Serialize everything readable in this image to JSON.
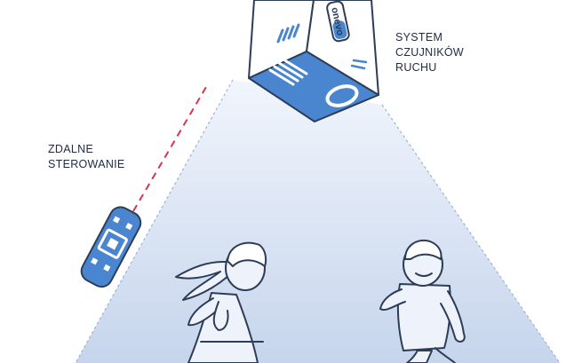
{
  "labels": {
    "remote": [
      "ZDALNE",
      "STEROWANIE"
    ],
    "sensors": [
      "SYSTEM",
      "CZUJNIKÓW",
      "RUCHU"
    ]
  },
  "device": {
    "brand_text": "onevo"
  },
  "colors": {
    "device_blue": "#4a86cf",
    "device_front": "#ffffff",
    "outline": "#2d3c57",
    "beam_top": "#eef3fb",
    "beam_bottom": "#c7d6ec",
    "laser": "#d9344a",
    "text": "#1f2a44"
  },
  "icons": {
    "remote": "remote-control-icon",
    "projector": "motion-sensor-projector-icon"
  }
}
